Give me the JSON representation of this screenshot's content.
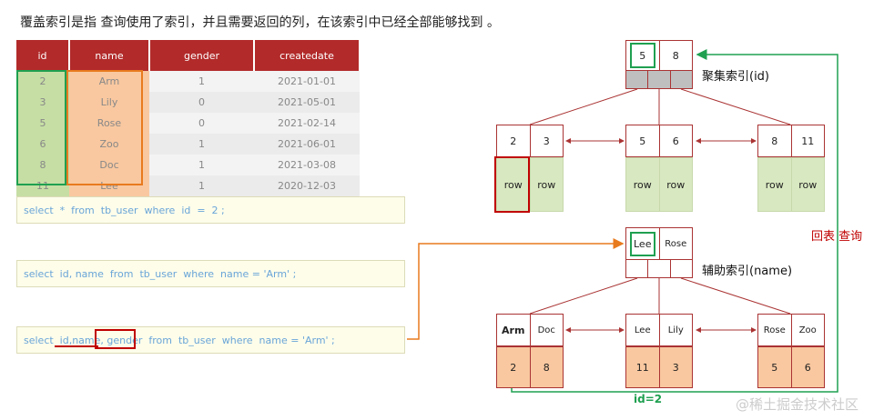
{
  "title": "覆盖索引是指 查询使用了索引，并且需要返回的列，在该索引中已经全部能够找到 。",
  "table": {
    "headers": [
      "id",
      "name",
      "gender",
      "createdate"
    ],
    "rows": [
      [
        "2",
        "Arm",
        "1",
        "2021-01-01"
      ],
      [
        "3",
        "Lily",
        "0",
        "2021-05-01"
      ],
      [
        "5",
        "Rose",
        "0",
        "2021-02-14"
      ],
      [
        "6",
        "Zoo",
        "1",
        "2021-06-01"
      ],
      [
        "8",
        "Doc",
        "1",
        "2021-03-08"
      ],
      [
        "11",
        "Lee",
        "1",
        "2020-12-03"
      ]
    ]
  },
  "sql": {
    "q1": "select  *  from  tb_user  where  id  =  2 ;",
    "q2": "select  id, name  from  tb_user  where  name = 'Arm' ;",
    "q3": "select  id,name, gender  from  tb_user  where  name = 'Arm' ;"
  },
  "clustered": {
    "label": "聚集索引(id)",
    "root": [
      "5",
      "8"
    ],
    "level2": [
      [
        "2",
        "3"
      ],
      [
        "5",
        "6"
      ],
      [
        "8",
        "11"
      ]
    ],
    "rows": [
      [
        "row",
        "row"
      ],
      [
        "row",
        "row"
      ],
      [
        "row",
        "row"
      ]
    ]
  },
  "secondary": {
    "label": "辅助索引(name)",
    "root": [
      "Lee",
      "Rose"
    ],
    "level2": [
      [
        "Arm",
        "Doc"
      ],
      [
        "Lee",
        "Lily"
      ],
      [
        "Rose",
        "Zoo"
      ]
    ],
    "ids": [
      [
        "2",
        "8"
      ],
      [
        "11",
        "3"
      ],
      [
        "5",
        "6"
      ]
    ]
  },
  "annotations": {
    "back_lookup": "回表 查询",
    "id_eq": "id=2"
  },
  "watermark": "@稀土掘金技术社区",
  "colors": {
    "header_red": "#b22a2a",
    "green": "#1fa050",
    "orange": "#e87a1e",
    "red": "#c00000"
  }
}
